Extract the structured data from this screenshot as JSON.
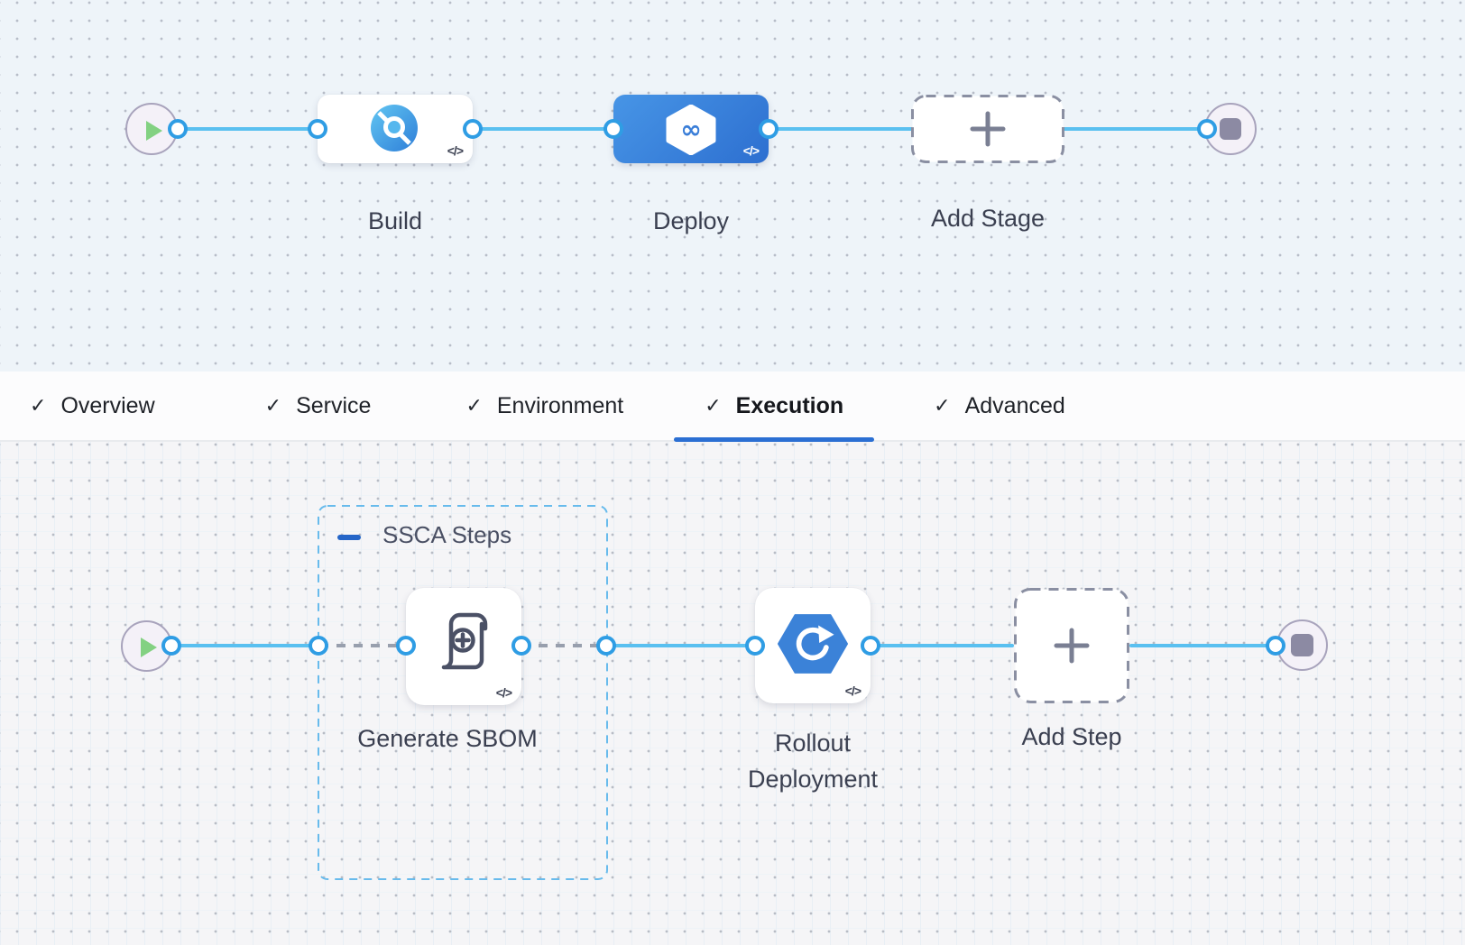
{
  "glyphs": {
    "check": "✓",
    "code_toggle": "</>",
    "infinity": "∞"
  },
  "stage_pipeline": {
    "stages": [
      {
        "label": "Build",
        "type": "ci-stage",
        "selected": false
      },
      {
        "label": "Deploy",
        "type": "cd-stage",
        "selected": true
      },
      {
        "label": "Add Stage",
        "type": "add-button"
      }
    ]
  },
  "tab_bar": {
    "tabs": [
      {
        "label": "Overview",
        "checked": true,
        "active": false
      },
      {
        "label": "Service",
        "checked": true,
        "active": false
      },
      {
        "label": "Environment",
        "checked": true,
        "active": false
      },
      {
        "label": "Execution",
        "checked": true,
        "active": true
      },
      {
        "label": "Advanced",
        "checked": true,
        "active": false
      }
    ]
  },
  "execution_canvas": {
    "step_group": {
      "label": "SSCA Steps",
      "collapsed": false
    },
    "steps": [
      {
        "label": "Generate SBOM",
        "type": "sbom-step"
      },
      {
        "label": "Rollout Deployment",
        "type": "k8s-rolling-deploy-step"
      },
      {
        "label": "Add Step",
        "type": "add-button"
      }
    ]
  },
  "colors": {
    "connector_blue": "#5ac0f0",
    "connection_ring": "#2f9de4",
    "selected_stage_gradient_start": "#4795e6",
    "selected_stage_gradient_end": "#2d6fd0",
    "tab_underline": "#2b6fd3",
    "group_border": "#68bbec",
    "step_icon_blue": "#3b82d8",
    "play_green": "#83d182",
    "dashed_connector_gray": "#989fad"
  }
}
